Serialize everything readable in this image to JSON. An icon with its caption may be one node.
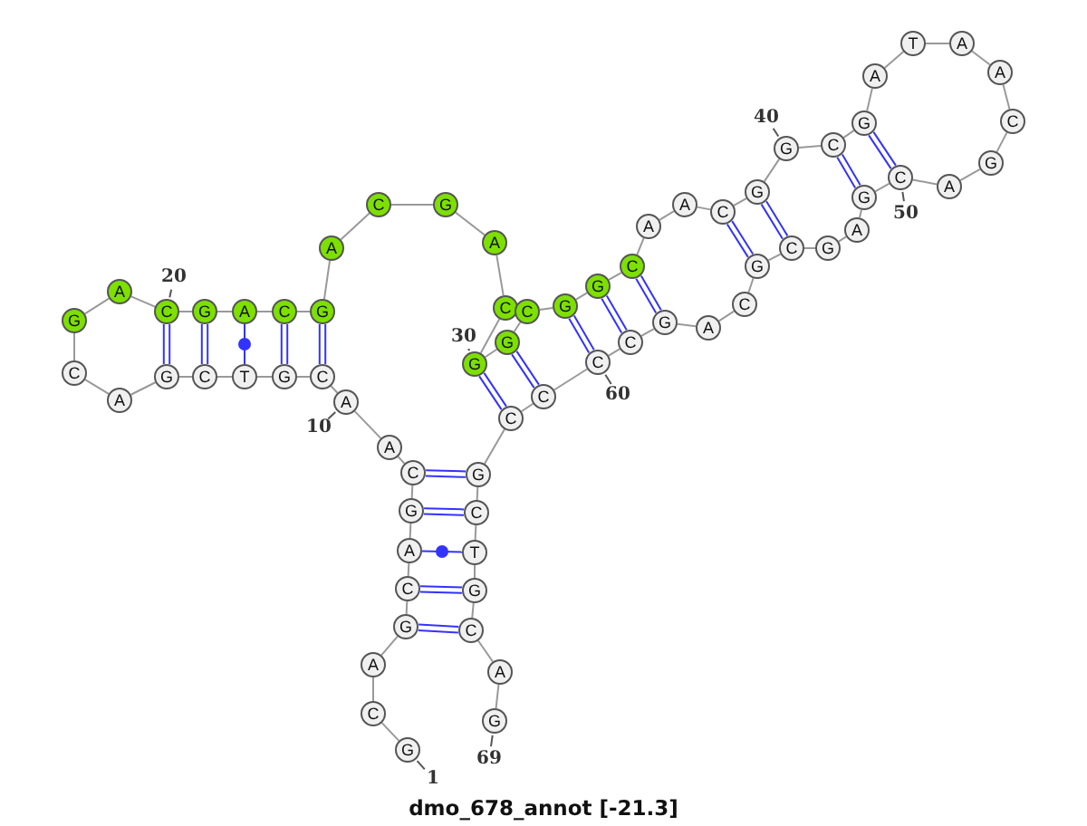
{
  "diagram": {
    "caption": "dmo_678_annot [-21.3]",
    "nodes": [
      {
        "text": [
          "G"
        ],
        "beside": [
          "1"
        ]
      },
      {
        "text": [
          "C"
        ]
      },
      {
        "text": [
          "A"
        ]
      },
      {
        "text": [
          "G"
        ]
      },
      {
        "text": [
          "C"
        ]
      },
      {
        "text": [
          "A"
        ]
      },
      {
        "text": [
          "G"
        ]
      },
      {
        "text": [
          "C"
        ]
      },
      {
        "text": [
          "A"
        ]
      },
      {
        "text": [
          "A"
        ],
        "beside": [
          "10"
        ]
      },
      {
        "text": [
          "C"
        ]
      },
      {
        "text": [
          "G"
        ]
      },
      {
        "text": [
          "T"
        ]
      },
      {
        "text": [
          "C"
        ]
      },
      {
        "text": [
          "G"
        ]
      },
      {
        "text": [
          "A"
        ]
      },
      {
        "text": [
          "C"
        ]
      },
      {
        "text": [
          "G"
        ]
      },
      {
        "text": [
          "A"
        ]
      },
      {
        "text": [
          "C"
        ],
        "beside": [
          "20"
        ]
      },
      {
        "text": [
          "G"
        ]
      },
      {
        "text": [
          "A"
        ]
      },
      {
        "text": [
          "C"
        ]
      },
      {
        "text": [
          "G"
        ]
      },
      {
        "text": [
          "A"
        ]
      },
      {
        "text": [
          "C"
        ]
      },
      {
        "text": [
          "G"
        ]
      },
      {
        "text": [
          "A"
        ]
      },
      {
        "text": [
          "C"
        ]
      },
      {
        "text": [
          "G"
        ],
        "beside": [
          "30"
        ]
      },
      {
        "text": [
          "G"
        ]
      },
      {
        "text": [
          "C"
        ]
      },
      {
        "text": [
          "G"
        ]
      },
      {
        "text": [
          "G"
        ]
      },
      {
        "text": [
          "C"
        ]
      },
      {
        "text": [
          "A"
        ]
      },
      {
        "text": [
          "A"
        ]
      },
      {
        "text": [
          "C"
        ]
      },
      {
        "text": [
          "G"
        ]
      },
      {
        "text": [
          "G"
        ],
        "beside": [
          "40"
        ]
      },
      {
        "text": [
          "C"
        ]
      },
      {
        "text": [
          "G"
        ]
      },
      {
        "text": [
          "A"
        ]
      },
      {
        "text": [
          "T"
        ]
      },
      {
        "text": [
          "A"
        ]
      },
      {
        "text": [
          "A"
        ]
      },
      {
        "text": [
          "C"
        ]
      },
      {
        "text": [
          "G"
        ]
      },
      {
        "text": [
          "A"
        ]
      },
      {
        "text": [
          "C"
        ],
        "beside": [
          "50"
        ]
      },
      {
        "text": [
          "G"
        ]
      },
      {
        "text": [
          "A"
        ]
      },
      {
        "text": [
          "G"
        ]
      },
      {
        "text": [
          "C"
        ]
      },
      {
        "text": [
          "G"
        ]
      },
      {
        "text": [
          "C"
        ]
      },
      {
        "text": [
          "A"
        ]
      },
      {
        "text": [
          "G"
        ]
      },
      {
        "text": [
          "C"
        ]
      },
      {
        "text": [
          "C"
        ],
        "beside": [
          "60"
        ]
      },
      {
        "text": [
          "C"
        ]
      },
      {
        "text": [
          "C"
        ]
      },
      {
        "text": [
          "G"
        ]
      },
      {
        "text": [
          "C"
        ]
      },
      {
        "text": [
          "T"
        ]
      },
      {
        "text": [
          "G"
        ]
      },
      {
        "text": [
          "C"
        ]
      },
      {
        "text": [
          "A"
        ]
      },
      {
        "text": [
          "G"
        ],
        "beside": [
          "69"
        ]
      }
    ],
    "edges": [
      {
        "from": 0,
        "to": 1,
        "arrow": "none"
      },
      {
        "from": 1,
        "to": 2,
        "arrow": "none"
      },
      {
        "from": 2,
        "to": 3,
        "arrow": "none"
      },
      {
        "from": 3,
        "to": 4,
        "arrow": "none"
      },
      {
        "from": 4,
        "to": 5,
        "arrow": "none"
      },
      {
        "from": 5,
        "to": 6,
        "arrow": "none"
      },
      {
        "from": 6,
        "to": 7,
        "arrow": "none"
      },
      {
        "from": 7,
        "to": 8,
        "arrow": "none"
      },
      {
        "from": 8,
        "to": 9,
        "arrow": "none"
      },
      {
        "from": 9,
        "to": 10,
        "arrow": "none"
      },
      {
        "from": 10,
        "to": 11,
        "arrow": "none"
      },
      {
        "from": 11,
        "to": 12,
        "arrow": "none"
      },
      {
        "from": 12,
        "to": 13,
        "arrow": "none"
      },
      {
        "from": 13,
        "to": 14,
        "arrow": "none"
      },
      {
        "from": 14,
        "to": 15,
        "arrow": "none"
      },
      {
        "from": 15,
        "to": 16,
        "arrow": "none"
      },
      {
        "from": 16,
        "to": 17,
        "arrow": "none"
      },
      {
        "from": 17,
        "to": 18,
        "arrow": "none"
      },
      {
        "from": 18,
        "to": 19,
        "arrow": "none"
      },
      {
        "from": 19,
        "to": 20,
        "arrow": "none"
      },
      {
        "from": 20,
        "to": 21,
        "arrow": "none"
      },
      {
        "from": 21,
        "to": 22,
        "arrow": "none"
      },
      {
        "from": 22,
        "to": 23,
        "arrow": "none"
      },
      {
        "from": 23,
        "to": 24,
        "arrow": "none"
      },
      {
        "from": 24,
        "to": 25,
        "arrow": "none"
      },
      {
        "from": 25,
        "to": 26,
        "arrow": "none"
      },
      {
        "from": 26,
        "to": 27,
        "arrow": "none"
      },
      {
        "from": 27,
        "to": 28,
        "arrow": "none"
      },
      {
        "from": 28,
        "to": 29,
        "arrow": "none"
      },
      {
        "from": 29,
        "to": 30,
        "arrow": "none"
      },
      {
        "from": 30,
        "to": 31,
        "arrow": "none"
      },
      {
        "from": 31,
        "to": 32,
        "arrow": "none"
      },
      {
        "from": 32,
        "to": 33,
        "arrow": "none"
      },
      {
        "from": 33,
        "to": 34,
        "arrow": "none"
      },
      {
        "from": 34,
        "to": 35,
        "arrow": "none"
      },
      {
        "from": 35,
        "to": 36,
        "arrow": "none"
      },
      {
        "from": 36,
        "to": 37,
        "arrow": "none"
      },
      {
        "from": 37,
        "to": 38,
        "arrow": "none"
      },
      {
        "from": 38,
        "to": 39,
        "arrow": "none"
      },
      {
        "from": 39,
        "to": 40,
        "arrow": "none"
      },
      {
        "from": 40,
        "to": 41,
        "arrow": "none"
      },
      {
        "from": 41,
        "to": 42,
        "arrow": "none"
      },
      {
        "from": 42,
        "to": 43,
        "arrow": "none"
      },
      {
        "from": 43,
        "to": 44,
        "arrow": "none"
      },
      {
        "from": 44,
        "to": 45,
        "arrow": "none"
      },
      {
        "from": 45,
        "to": 46,
        "arrow": "none"
      },
      {
        "from": 46,
        "to": 47,
        "arrow": "none"
      },
      {
        "from": 47,
        "to": 48,
        "arrow": "none"
      },
      {
        "from": 48,
        "to": 49,
        "arrow": "none"
      },
      {
        "from": 49,
        "to": 50,
        "arrow": "none"
      },
      {
        "from": 50,
        "to": 51,
        "arrow": "none"
      },
      {
        "from": 51,
        "to": 52,
        "arrow": "none"
      },
      {
        "from": 52,
        "to": 53,
        "arrow": "none"
      },
      {
        "from": 53,
        "to": 54,
        "arrow": "none"
      },
      {
        "from": 54,
        "to": 55,
        "arrow": "none"
      },
      {
        "from": 55,
        "to": 56,
        "arrow": "none"
      },
      {
        "from": 56,
        "to": 57,
        "arrow": "none"
      },
      {
        "from": 57,
        "to": 58,
        "arrow": "none"
      },
      {
        "from": 58,
        "to": 59,
        "arrow": "none"
      },
      {
        "from": 59,
        "to": 60,
        "arrow": "none"
      },
      {
        "from": 60,
        "to": 61,
        "arrow": "none"
      },
      {
        "from": 61,
        "to": 62,
        "arrow": "none"
      },
      {
        "from": 62,
        "to": 63,
        "arrow": "none"
      },
      {
        "from": 63,
        "to": 64,
        "arrow": "none"
      },
      {
        "from": 64,
        "to": 65,
        "arrow": "none"
      },
      {
        "from": 65,
        "to": 66,
        "arrow": "none"
      },
      {
        "from": 66,
        "to": 67,
        "arrow": "none"
      },
      {
        "from": 67,
        "to": 68,
        "arrow": "none"
      },
      {
        "from": 3,
        "to": 66,
        "arrow": "none",
        "color": "#3333ff"
      },
      {
        "from": 4,
        "to": 65,
        "arrow": "none",
        "color": "#3333ff"
      },
      {
        "from": 5,
        "to": 64,
        "arrow": "none",
        "color": "#3333ff"
      },
      {
        "from": 6,
        "to": 63,
        "arrow": "none",
        "color": "#3333ff"
      },
      {
        "from": 7,
        "to": 62,
        "arrow": "none",
        "color": "#3333ff"
      },
      {
        "from": 10,
        "to": 23,
        "arrow": "none",
        "color": "#3333ff"
      },
      {
        "from": 11,
        "to": 22,
        "arrow": "none",
        "color": "#3333ff"
      },
      {
        "from": 12,
        "to": 21,
        "arrow": "none",
        "color": "#3333ff"
      },
      {
        "from": 13,
        "to": 20,
        "arrow": "none",
        "color": "#3333ff"
      },
      {
        "from": 14,
        "to": 19,
        "arrow": "none",
        "color": "#3333ff"
      },
      {
        "from": 29,
        "to": 61,
        "arrow": "none",
        "color": "#3333ff"
      },
      {
        "from": 30,
        "to": 60,
        "arrow": "none",
        "color": "#3333ff"
      },
      {
        "from": 32,
        "to": 59,
        "arrow": "none",
        "color": "#3333ff"
      },
      {
        "from": 33,
        "to": 58,
        "arrow": "none",
        "color": "#3333ff"
      },
      {
        "from": 34,
        "to": 57,
        "arrow": "none",
        "color": "#3333ff"
      },
      {
        "from": 37,
        "to": 54,
        "arrow": "none",
        "color": "#3333ff"
      },
      {
        "from": 38,
        "to": 53,
        "arrow": "none",
        "color": "#3333ff"
      },
      {
        "from": 40,
        "to": 50,
        "arrow": "none",
        "color": "#3333ff"
      },
      {
        "from": 41,
        "to": 49,
        "arrow": "none",
        "color": "#3333ff"
      }
    ]
  }
}
